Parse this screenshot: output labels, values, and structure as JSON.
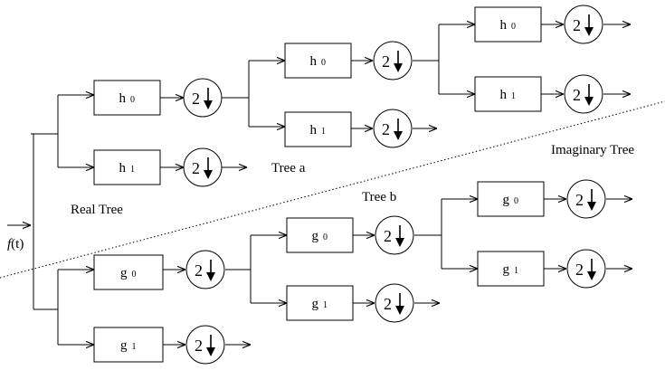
{
  "input_label": {
    "name": "f",
    "arg": "(t)"
  },
  "tree_labels": {
    "real": "Real Tree",
    "imaginary": "Imaginary Tree",
    "tree_a": "Tree a",
    "tree_b": "Tree b"
  },
  "filters": {
    "h0": {
      "letter": "h",
      "sub": "0"
    },
    "h1": {
      "letter": "h",
      "sub": "1"
    },
    "g0": {
      "letter": "g",
      "sub": "0"
    },
    "g1": {
      "letter": "g",
      "sub": "1"
    }
  },
  "downsampler": {
    "factor": "2",
    "symbol": "↓"
  }
}
